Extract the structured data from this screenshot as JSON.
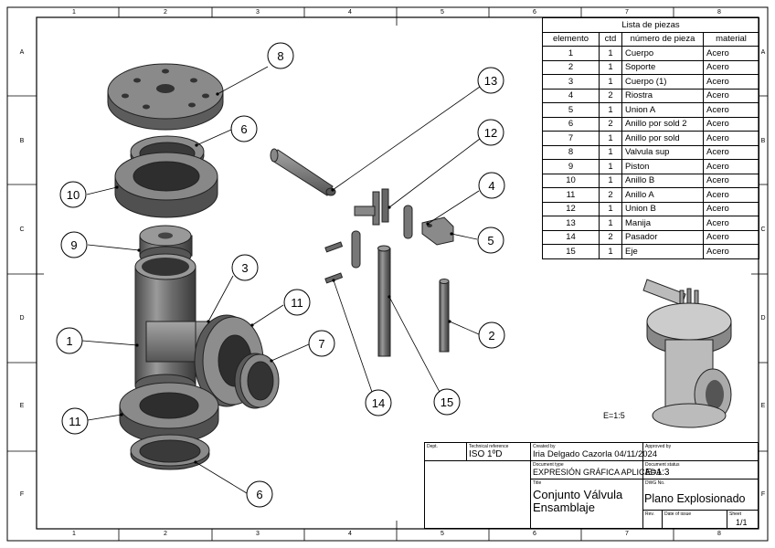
{
  "zones": {
    "cols": [
      "1",
      "2",
      "3",
      "4",
      "5",
      "6",
      "7",
      "8"
    ],
    "rows": [
      "A",
      "B",
      "C",
      "D",
      "E",
      "F"
    ]
  },
  "parts_list": {
    "title": "Lista de piezas",
    "headers": [
      "elemento",
      "ctd",
      "número de pieza",
      "material"
    ],
    "rows": [
      [
        "1",
        "1",
        "Cuerpo",
        "Acero"
      ],
      [
        "2",
        "1",
        "Soporte",
        "Acero"
      ],
      [
        "3",
        "1",
        "Cuerpo (1)",
        "Acero"
      ],
      [
        "4",
        "2",
        "Riostra",
        "Acero"
      ],
      [
        "5",
        "1",
        "Union A",
        "Acero"
      ],
      [
        "6",
        "2",
        "Anillo por sold 2",
        "Acero"
      ],
      [
        "7",
        "1",
        "Anillo por sold",
        "Acero"
      ],
      [
        "8",
        "1",
        "Valvula sup",
        "Acero"
      ],
      [
        "9",
        "1",
        "Piston",
        "Acero"
      ],
      [
        "10",
        "1",
        "Anillo B",
        "Acero"
      ],
      [
        "11",
        "2",
        "Anillo A",
        "Acero"
      ],
      [
        "12",
        "1",
        "Union B",
        "Acero"
      ],
      [
        "13",
        "1",
        "Manija",
        "Acero"
      ],
      [
        "14",
        "2",
        "Pasador",
        "Acero"
      ],
      [
        "15",
        "1",
        "Eje",
        "Acero"
      ]
    ]
  },
  "balloons": [
    "1",
    "2",
    "3",
    "4",
    "5",
    "6",
    "7",
    "8",
    "9",
    "10",
    "11",
    "12",
    "13",
    "14",
    "15"
  ],
  "detail_scale": "E=1:5",
  "title_block": {
    "dept_label": "Dept.",
    "tech_ref_label": "Technical reference",
    "tech_ref_value": "ISO 1ºD",
    "created_by_label": "Created by",
    "created_by_value": "Iria Delgado Cazorla 04/11/2024",
    "approved_by_label": "Approved by",
    "doc_type_label": "Document type",
    "doc_type_value": "EXPRESIÓN GRÁFICA APLICADA",
    "doc_status_label": "Document status",
    "doc_status_value": "E=1:3",
    "title_label": "Title",
    "title_line1": "Conjunto Válvula",
    "title_line2": "Ensamblaje",
    "dwg_no_label": "DWG No.",
    "dwg_no_value": "Plano Explosionado",
    "rev_label": "Rev.",
    "date_issue_label": "Date of issue",
    "sheet_label": "Sheet",
    "sheet_value": "1/1"
  }
}
